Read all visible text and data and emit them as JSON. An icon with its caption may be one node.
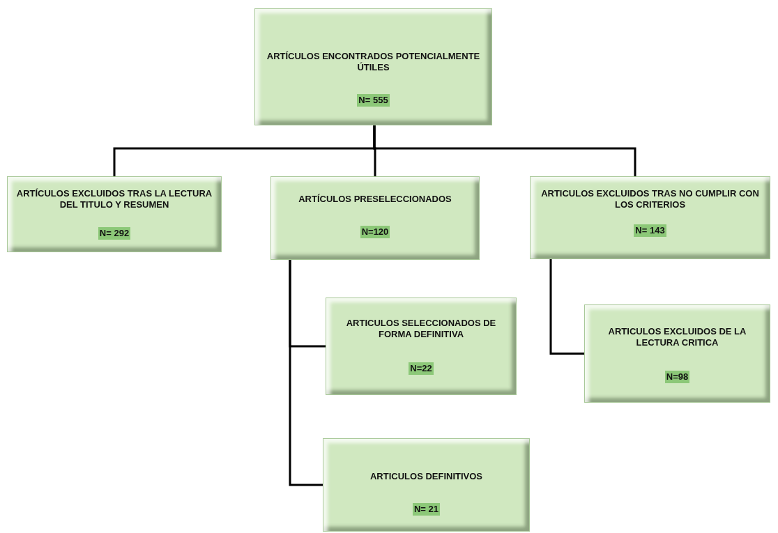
{
  "diagram": {
    "nodes": [
      {
        "text": [
          "ARTÍCULOS ENCONTRADOS POTENCIALMENTE ÚTILES",
          "N= 555"
        ]
      },
      {
        "text": [
          "ARTÍCULOS EXCLUIDOS TRAS LA LECTURA DEL TITULO Y RESUMEN",
          "N= 292"
        ]
      },
      {
        "text": [
          "ARTÍCULOS PRESELECCIONADOS",
          "N=120"
        ]
      },
      {
        "text": [
          "ARTICULOS EXCLUIDOS TRAS NO CUMPLIR CON LOS CRITERIOS",
          "N= 143"
        ]
      },
      {
        "text": [
          "ARTICULOS SELECCIONADOS DE FORMA DEFINITIVA",
          "N=22"
        ]
      },
      {
        "text": [
          "ARTICULOS DEFINITIVOS",
          "N= 21"
        ]
      },
      {
        "text": [
          "ARTICULOS EXCLUIDOS DE LA LECTURA CRITICA",
          "N=98"
        ]
      }
    ],
    "edges": [
      {
        "from": 0,
        "to": 1,
        "arrow": "none"
      },
      {
        "from": 0,
        "to": 2,
        "arrow": "none"
      },
      {
        "from": 0,
        "to": 3,
        "arrow": "none"
      },
      {
        "from": 2,
        "to": 4,
        "arrow": "none"
      },
      {
        "from": 2,
        "to": 5,
        "arrow": "none"
      },
      {
        "from": 3,
        "to": 6,
        "arrow": "none"
      }
    ]
  }
}
